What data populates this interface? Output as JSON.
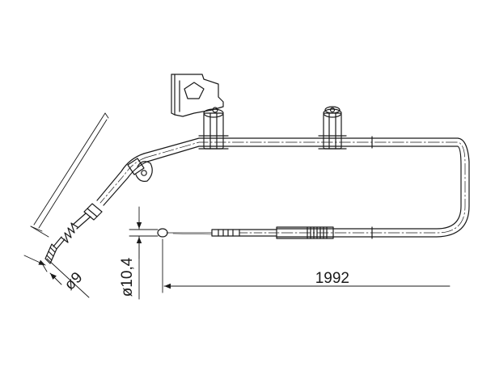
{
  "drawing": {
    "colors": {
      "line": "#1a1a1a",
      "background": "#ffffff"
    },
    "dimensions": {
      "length": "1992",
      "cable_diameter": "ø10,4",
      "end_diameter": "ø9"
    }
  }
}
